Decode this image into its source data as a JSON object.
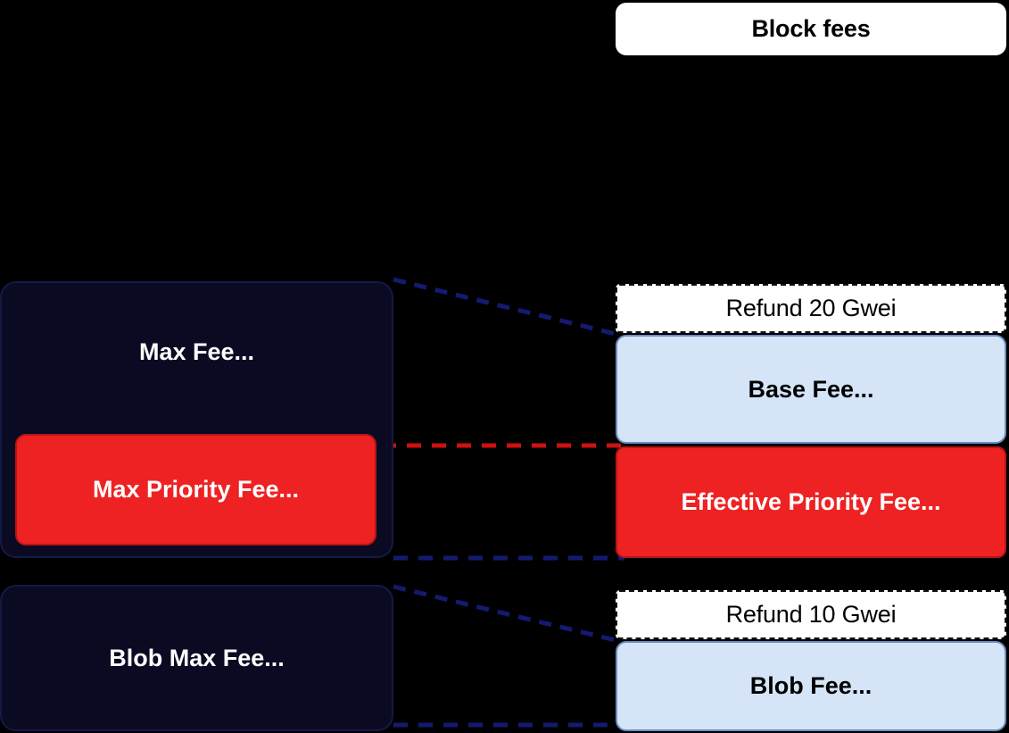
{
  "diagram": {
    "title": "Block fees diagram",
    "background_color": "#000000",
    "palette": {
      "navy": "#0a0a23",
      "navy_border": "#141a45",
      "red": "#ee2222",
      "red_border": "#b81414",
      "light_blue": "#d6e4f7",
      "blue_border": "#6c8ebf",
      "white": "#ffffff",
      "black": "#000000"
    }
  },
  "header": {
    "block_fees_label": "Block fees"
  },
  "left_column": {
    "transaction_box": {
      "max_fee_label": "Max Fee...",
      "max_priority_fee_label": "Max Priority Fee..."
    },
    "blob_box": {
      "blob_max_fee_label": "Blob Max Fee..."
    }
  },
  "right_column": {
    "execution_group": {
      "refund_label": "Refund 20 Gwei",
      "base_fee_label": "Base Fee...",
      "effective_priority_fee_label": "Effective Priority Fee..."
    },
    "blob_group": {
      "refund_label": "Refund 10 Gwei",
      "blob_fee_label": "Blob Fee..."
    }
  },
  "connectors": [
    {
      "name": "max-fee-top-connector",
      "style": "dashed",
      "color": "#141a70"
    },
    {
      "name": "priority-fee-connector",
      "style": "dashed",
      "color": "#cc1111"
    },
    {
      "name": "max-fee-bottom-connector",
      "style": "dashed",
      "color": "#141a70"
    },
    {
      "name": "blob-top-connector",
      "style": "dashed",
      "color": "#141a70"
    },
    {
      "name": "blob-bottom-connector",
      "style": "dashed",
      "color": "#141a70"
    }
  ]
}
